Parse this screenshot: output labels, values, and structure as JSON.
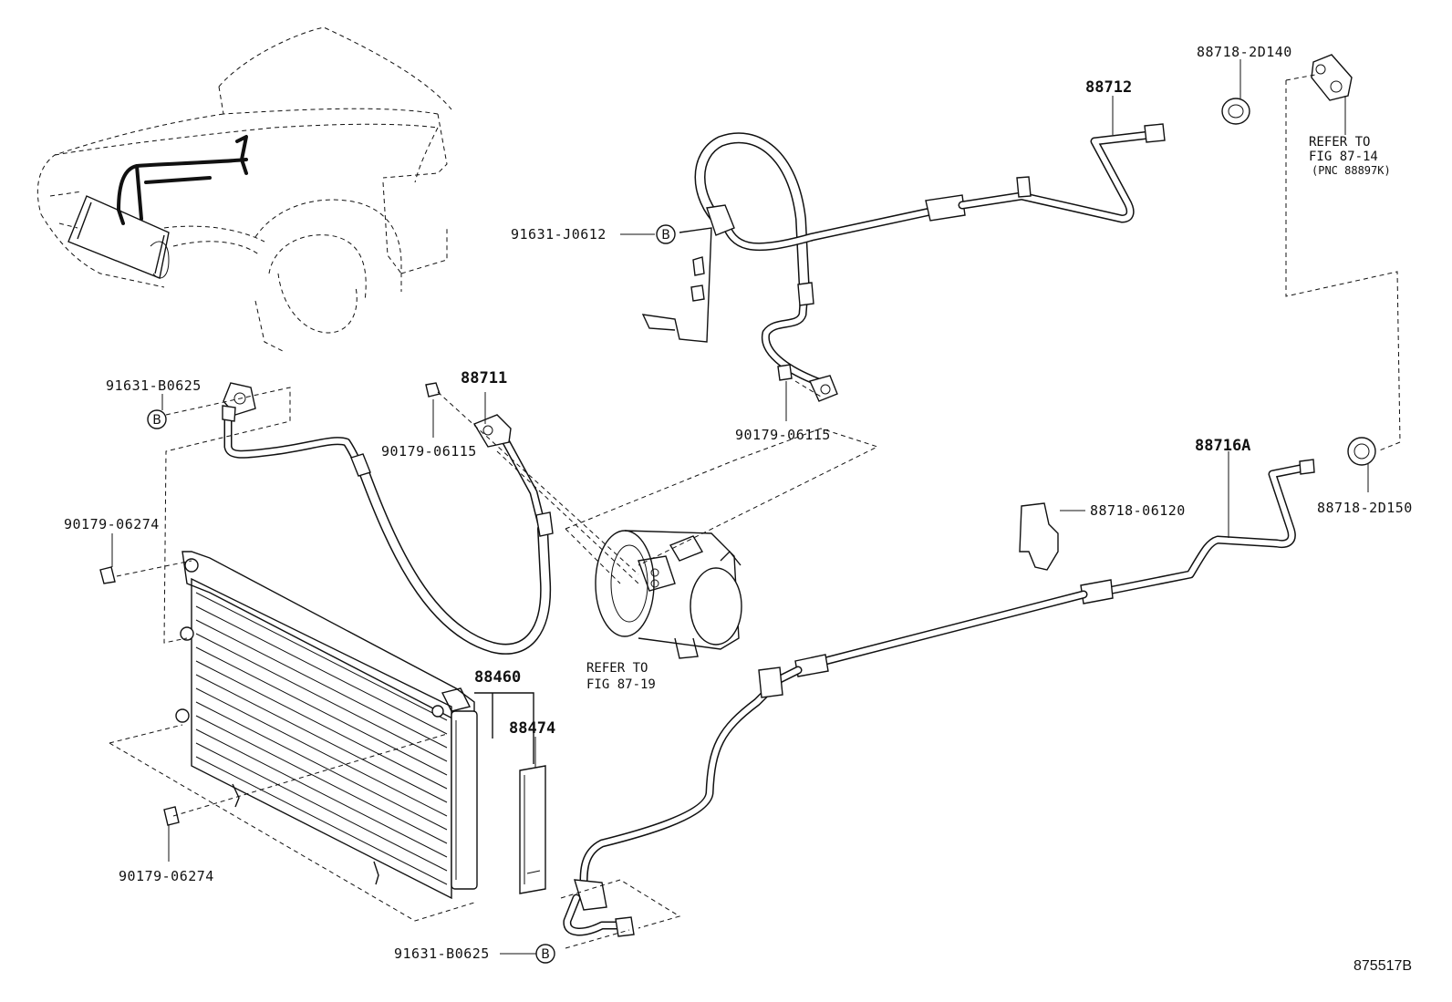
{
  "labels": {
    "p91631_J0612": "91631-J0612",
    "p91631_B0625_top": "91631-B0625",
    "p91631_B0625_bottom": "91631-B0625",
    "p88712": "88712",
    "p88718_2D140": "88718-2D140",
    "p88711": "88711",
    "p90179_06115_left": "90179-06115",
    "p90179_06115_right": "90179-06115",
    "p90179_06274_top": "90179-06274",
    "p90179_06274_bottom": "90179-06274",
    "p88460": "88460",
    "p88474": "88474",
    "p88716A": "88716A",
    "p88718_06120": "88718-06120",
    "p88718_2D150": "88718-2D150"
  },
  "markers": {
    "b_mark": "B"
  },
  "references": {
    "ref_compressor": [
      "REFER TO",
      "FIG 87-19"
    ],
    "ref_cushion": [
      "REFER TO",
      "FIG 87-14",
      "(PNC 88897K)"
    ]
  },
  "figure_number": "875517B"
}
